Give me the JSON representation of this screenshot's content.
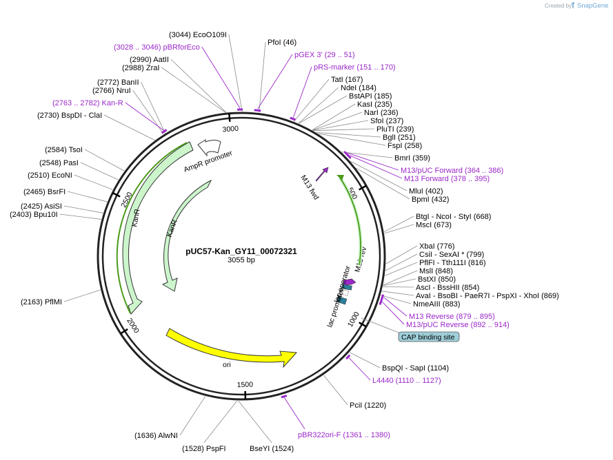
{
  "brand": {
    "created_by": "Created by",
    "name": "SnapGene"
  },
  "plasmid": {
    "name": "pUC57-Kan_GY11_00072321",
    "size": "3055 bp",
    "length": 3055
  },
  "ticks": [
    {
      "pos": 500,
      "label": "500"
    },
    {
      "pos": 1000,
      "label": "1000"
    },
    {
      "pos": 1500,
      "label": "1500"
    },
    {
      "pos": 2000,
      "label": "2000"
    },
    {
      "pos": 2500,
      "label": "2500"
    },
    {
      "pos": 3000,
      "label": "3000"
    }
  ],
  "sites": [
    {
      "name": "EcoO109I",
      "pos": 3044,
      "side": "left",
      "label": "(3044)  EcoO109I"
    },
    {
      "name": "PfoI",
      "pos": 46,
      "side": "right",
      "label": "PfoI  (46)"
    },
    {
      "name": "AatII",
      "pos": 2990,
      "side": "left",
      "label": "(2990)  AatII"
    },
    {
      "name": "ZraI",
      "pos": 2988,
      "side": "left",
      "label": "(2988)  ZraI"
    },
    {
      "name": "BanII",
      "pos": 2772,
      "side": "left",
      "label": "(2772)  BanII"
    },
    {
      "name": "NruI",
      "pos": 2766,
      "side": "left",
      "label": "(2766)  NruI"
    },
    {
      "name": "BspDI",
      "pos": 2730,
      "side": "left",
      "label": "(2730)  BspDI  - ClaI"
    },
    {
      "name": "TsoI",
      "pos": 2584,
      "side": "left",
      "label": "(2584)  TsoI"
    },
    {
      "name": "PasI",
      "pos": 2548,
      "side": "left",
      "label": "(2548)  PasI"
    },
    {
      "name": "EcoNI",
      "pos": 2510,
      "side": "left",
      "label": "(2510)  EcoNI"
    },
    {
      "name": "BsrFI",
      "pos": 2465,
      "side": "left",
      "label": "(2465)  BsrFI"
    },
    {
      "name": "AsiSI",
      "pos": 2425,
      "side": "left",
      "label": "(2425)  AsiSI"
    },
    {
      "name": "Bpu10I",
      "pos": 2403,
      "side": "left",
      "label": "(2403)  Bpu10I"
    },
    {
      "name": "PflMI",
      "pos": 2163,
      "side": "left",
      "label": "(2163)  PflMI"
    },
    {
      "name": "TatI",
      "pos": 167,
      "side": "right",
      "label": "TatI  (167)"
    },
    {
      "name": "NdeI",
      "pos": 184,
      "side": "right",
      "label": "NdeI  (184)"
    },
    {
      "name": "BstAPI",
      "pos": 185,
      "side": "right",
      "label": "BstAPI  (185)"
    },
    {
      "name": "KasI",
      "pos": 235,
      "side": "right",
      "label": "KasI  (235)"
    },
    {
      "name": "NarI",
      "pos": 236,
      "side": "right",
      "label": "NarI  (236)"
    },
    {
      "name": "SfoI",
      "pos": 237,
      "side": "right",
      "label": "SfoI  (237)"
    },
    {
      "name": "PluTI",
      "pos": 239,
      "side": "right",
      "label": "PluTI  (239)"
    },
    {
      "name": "BglI",
      "pos": 251,
      "side": "right",
      "label": "BglI  (251)"
    },
    {
      "name": "FspI",
      "pos": 258,
      "side": "right",
      "label": "FspI  (258)"
    },
    {
      "name": "BmrI",
      "pos": 359,
      "side": "right",
      "label": "BmrI  (359)"
    },
    {
      "name": "MluI",
      "pos": 402,
      "side": "right",
      "label": "MluI  (402)"
    },
    {
      "name": "BpmI",
      "pos": 432,
      "side": "right",
      "label": "BpmI  (432)"
    },
    {
      "name": "BtgI",
      "pos": 668,
      "side": "right",
      "label": "BtgI  - NcoI  - StyI  (668)"
    },
    {
      "name": "MscI",
      "pos": 673,
      "side": "right",
      "label": "MscI  (673)"
    },
    {
      "name": "XbaI",
      "pos": 776,
      "side": "right",
      "label": "XbaI  (776)"
    },
    {
      "name": "CsiI",
      "pos": 799,
      "side": "right",
      "label": "CsiI  - SexAI *  (799)"
    },
    {
      "name": "PflFI",
      "pos": 816,
      "side": "right",
      "label": "PflFI  - Tth111I  (816)"
    },
    {
      "name": "MslI",
      "pos": 848,
      "side": "right",
      "label": "MslI  (848)"
    },
    {
      "name": "BstXI",
      "pos": 850,
      "side": "right",
      "label": "BstXI  (850)"
    },
    {
      "name": "AscI",
      "pos": 854,
      "side": "right",
      "label": "AscI  - BssHII  (854)"
    },
    {
      "name": "AvaI",
      "pos": 869,
      "side": "right",
      "label": "AvaI  - BsoBI  - PaeR7I  - PspXI  - XhoI  (869)"
    },
    {
      "name": "NmeAIII",
      "pos": 883,
      "side": "right",
      "label": "NmeAIII  (883)"
    },
    {
      "name": "BspQI",
      "pos": 1104,
      "side": "right",
      "label": "BspQI  - SapI  (1104)"
    },
    {
      "name": "PciI",
      "pos": 1220,
      "side": "right",
      "label": "PciI  (1220)"
    },
    {
      "name": "BseYI",
      "pos": 1524,
      "side": "right",
      "label": "BseYI  (1524)"
    },
    {
      "name": "PspFI",
      "pos": 1528,
      "side": "left",
      "label": "(1528)  PspFI"
    },
    {
      "name": "AlwNI",
      "pos": 1636,
      "side": "left",
      "label": "(1636)  AlwNI"
    }
  ],
  "primers": [
    {
      "name": "pBRforEco",
      "start": 3028,
      "end": 3046,
      "label": "(3028 .. 3046)  pBRforEco"
    },
    {
      "name": "pGEX 3'",
      "start": 29,
      "end": 51,
      "label": "pGEX 3'  (29 .. 51)"
    },
    {
      "name": "pRS-marker",
      "start": 151,
      "end": 170,
      "label": "pRS-marker  (151 .. 170)"
    },
    {
      "name": "Kan-R",
      "start": 2763,
      "end": 2782,
      "label": "(2763 .. 2782)  Kan-R"
    },
    {
      "name": "M13/pUC Forward",
      "start": 364,
      "end": 386,
      "label": "M13/pUC Forward  (364 .. 386)"
    },
    {
      "name": "M13 Forward",
      "start": 378,
      "end": 395,
      "label": "M13 Forward  (378 .. 395)"
    },
    {
      "name": "M13 Reverse",
      "start": 879,
      "end": 895,
      "label": "M13 Reverse  (879 .. 895)"
    },
    {
      "name": "M13/pUC Reverse",
      "start": 892,
      "end": 914,
      "label": "M13/pUC Reverse  (892 .. 914)"
    },
    {
      "name": "L4440",
      "start": 1110,
      "end": 1127,
      "label": "L4440  (1110 .. 1127)"
    },
    {
      "name": "pBR322ori-F",
      "start": 1361,
      "end": 1380,
      "label": "pBR322ori-F  (1361 .. 1380)"
    }
  ],
  "features": [
    {
      "name": "AmpR promoter",
      "label": "AmpR promoter",
      "color": "#ffffff"
    },
    {
      "name": "KanR",
      "label": "KanR",
      "color": "#ccf5cc"
    },
    {
      "name": "KanR ORF",
      "label": "KanR",
      "color": "#ccf5cc"
    },
    {
      "name": "ori",
      "label": "ori",
      "color": "#ffff00"
    },
    {
      "name": "M13 fwd",
      "label": "M13 fwd",
      "color": "#9b27c9"
    },
    {
      "name": "M13 rev",
      "label": "M13 rev",
      "color": "#9b27c9"
    },
    {
      "name": "lac operator",
      "label": "lac operator",
      "color": "#2b7f9a"
    },
    {
      "name": "lac promoter",
      "label": "lac promoter",
      "color": "#2b7f9a"
    },
    {
      "name": "CAP binding site",
      "label": "CAP binding site",
      "color": "#9fcfd9"
    }
  ],
  "colors": {
    "primer": "#9b27c9",
    "backbone": "#222222",
    "orf_line": "#4c9a1a"
  }
}
